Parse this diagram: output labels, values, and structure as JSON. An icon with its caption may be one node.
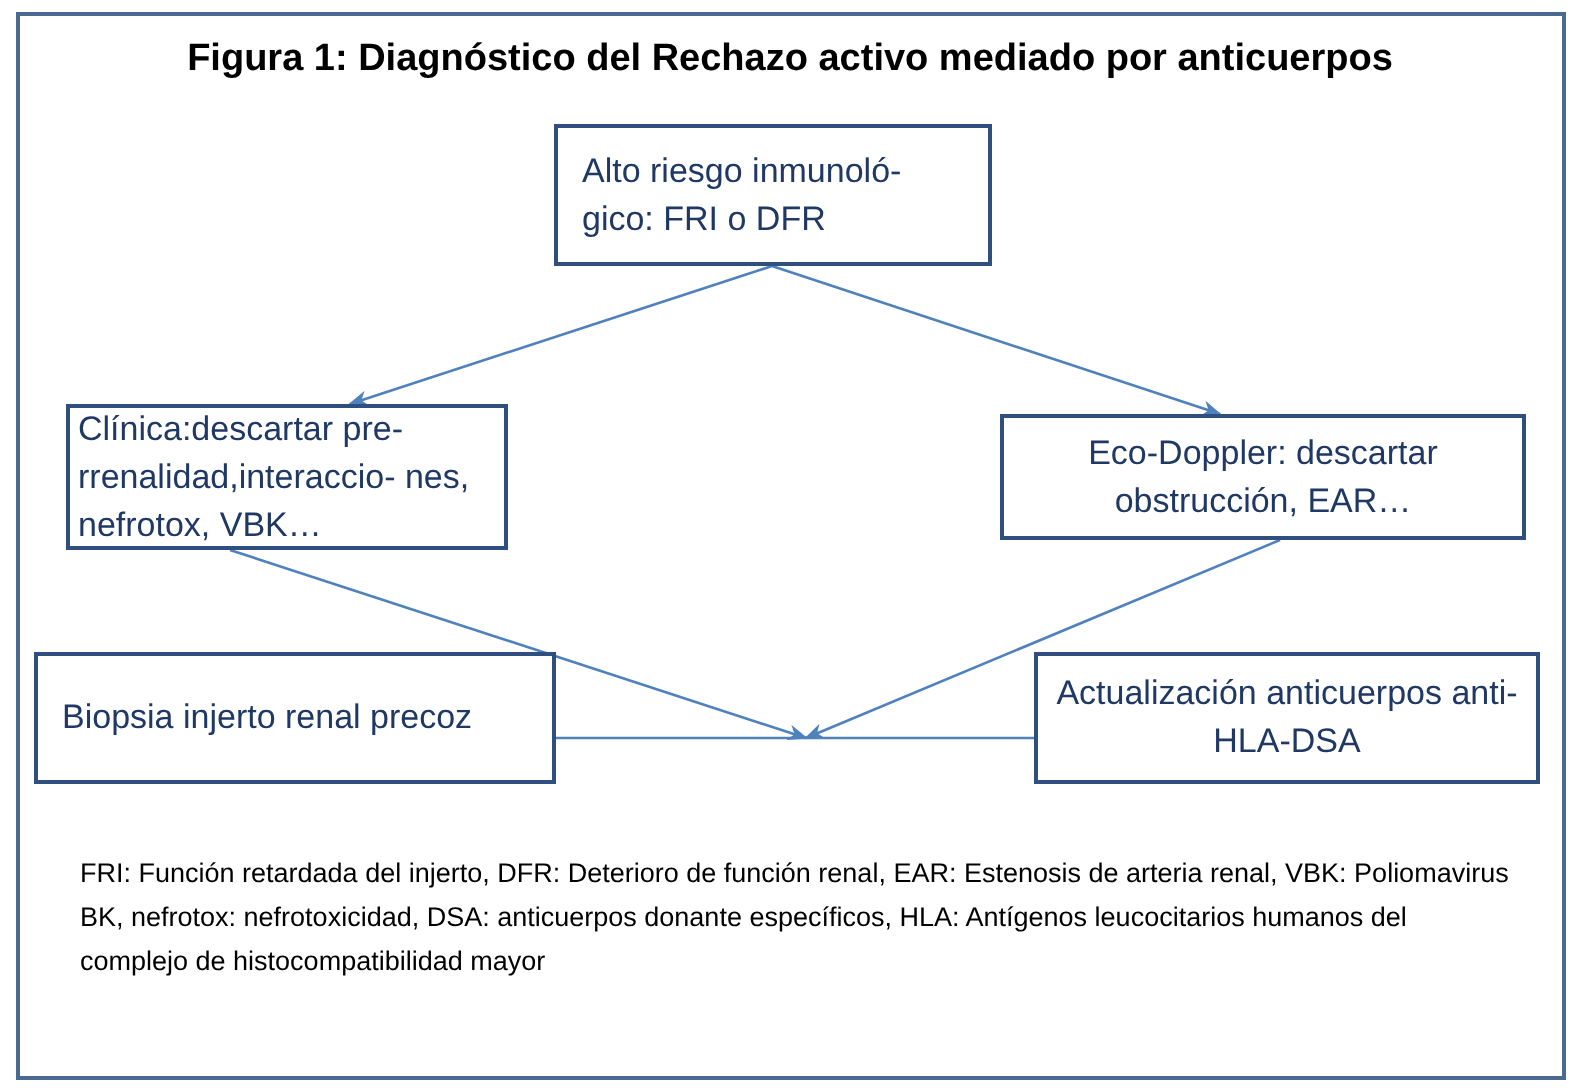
{
  "diagram": {
    "title": "Figura 1: Diagnóstico del Rechazo activo mediado por anticuerpos",
    "nodes": [
      {
        "text": [
          "Alto riesgo inmunoló- gico: FRI o DFR"
        ]
      },
      {
        "text": [
          "Clínica:descartar pre- rrenalidad,interaccio- nes, nefrotox, VBK…"
        ]
      },
      {
        "text": [
          "Eco-Doppler: descartar obstrucción, EAR…"
        ]
      },
      {
        "text": [
          "Biopsia injerto renal precoz"
        ]
      },
      {
        "text": [
          "Actualización anticuerpos anti-HLA-DSA"
        ]
      }
    ],
    "edges": [
      {
        "from": 0,
        "to": 1,
        "arrow": "to"
      },
      {
        "from": 0,
        "to": 2,
        "arrow": "to"
      },
      {
        "from": 1,
        "to": null,
        "arrow": "to"
      },
      {
        "from": 2,
        "to": null,
        "arrow": "to"
      },
      {
        "from": 3,
        "to": 4,
        "arrow": "none"
      }
    ],
    "labels": [
      "FRI: Función retardada del injerto, DFR: Deterioro de función renal, EAR: Estenosis de arteria renal, VBK: Poliomavirus BK, nefrotox: nefrotoxicidad, DSA: anticuerpos donante específicos, HLA: Antígenos leucocitarios humanos del complejo de histocompatibilidad mayor"
    ]
  }
}
